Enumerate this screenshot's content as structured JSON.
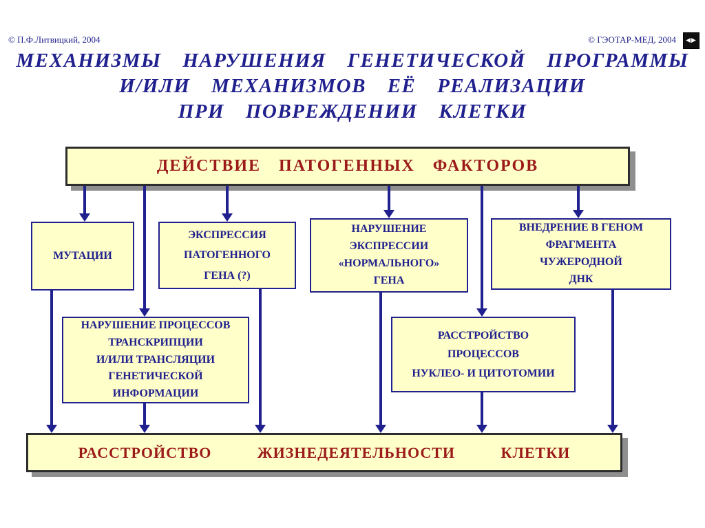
{
  "header": {
    "copyright_left": "© П.Ф.Литвицкий, 2004",
    "copyright_right": "© ГЭОТАР-МЕД, 2004",
    "nav_glyph": "◀▶"
  },
  "title": {
    "line1": "МЕХАНИЗМЫ НАРУШЕНИЯ ГЕНЕТИЧЕСКОЙ ПРОГРАММЫ",
    "line2": "И/ИЛИ МЕХАНИЗМОВ ЕЁ РЕАЛИЗАЦИИ",
    "line3": "ПРИ ПОВРЕЖДЕНИИ КЛЕТКИ"
  },
  "diagram": {
    "top_bar": "ДЕЙСТВИЕ ПАТОГЕННЫХ ФАКТОРОВ",
    "boxes": {
      "mutations": "МУТАЦИИ",
      "pathogenic_gene_expression": "ЭКСПРЕССИЯ\nПАТОГЕННОГО\nГЕНА (?)",
      "normal_gene_expression": "НАРУШЕНИЕ\nЭКСПРЕССИИ\n«НОРМАЛЬНОГО»\nГЕНА",
      "foreign_dna": "ВНЕДРЕНИЕ В ГЕНОМ\nФРАГМЕНТА\nЧУЖЕРОДНОЙ\nДНК",
      "transcription_translation": "НАРУШЕНИЕ ПРОЦЕССОВ\nТРАНСКРИПЦИИ\nИ/ИЛИ ТРАНСЛЯЦИИ\nГЕНЕТИЧЕСКОЙ\nИНФОРМАЦИИ",
      "nucleo_cytotomy": "РАССТРОЙСТВО\nПРОЦЕССОВ\nНУКЛЕО- И ЦИТОТОМИИ"
    },
    "bottom_bar": "РАССТРОЙСТВО ЖИЗНЕДЕЯТЕЛЬНОСТИ КЛЕТКИ"
  },
  "colors": {
    "title_blue": "#20208e",
    "box_fill": "#ffffc9",
    "heading_red": "#9b1b1b",
    "arrow_blue": "#20208e",
    "shadow_gray": "#8f8f8f"
  }
}
